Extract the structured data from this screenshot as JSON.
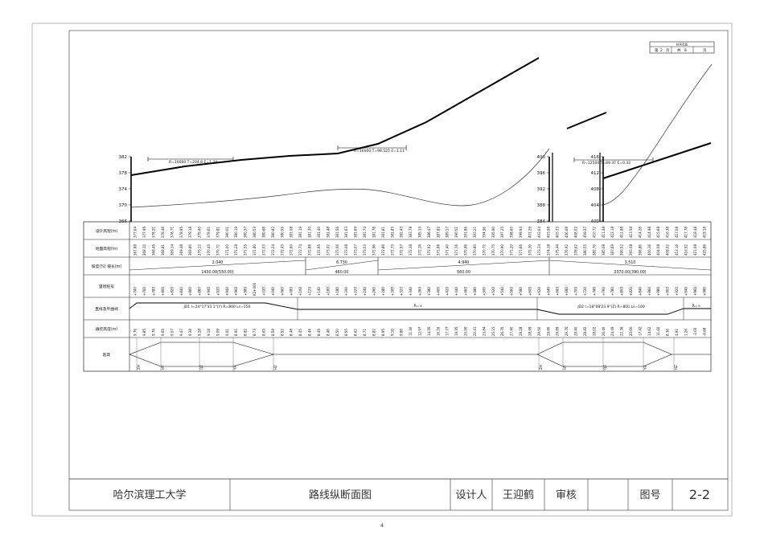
{
  "page_number": "4",
  "sheet_index": {
    "title": "标号页面",
    "page_prefix": "第",
    "page_no": "2",
    "page_unit": "页",
    "total_prefix": "共",
    "total_no": "8",
    "total_unit": "页"
  },
  "title_block": {
    "school": "哈尔滨理工大学",
    "drawing_title": "路线纵断面图",
    "designer_label": "设计人",
    "designer_name": "王迎鹤",
    "reviewer_label": "审核",
    "drawing_no_label": "图号",
    "drawing_no": "2-2"
  },
  "row_labels": [
    "设计高程(m)",
    "地面高程(m)",
    "坡度(%) 坡长(m)",
    "里程桩号",
    "直线及平曲线",
    "填挖高度(m)",
    "超高"
  ],
  "elev_scales": {
    "left": [
      "382",
      "378",
      "374",
      "370",
      "366"
    ],
    "mid": [
      "400",
      "396",
      "392",
      "388",
      "384"
    ],
    "right": [
      "416",
      "412",
      "408",
      "404",
      "400"
    ]
  },
  "vcurves": [
    "R=16000 T=204.8 E=1.34",
    "R=16000 T=98.525 E=1.11",
    "R=12500 T=89.37 E=0.32"
  ],
  "grades": [
    {
      "value": "2.040",
      "length": "1430.00(550.00)"
    },
    {
      "value": "6.730",
      "length": "460.00"
    },
    {
      "value": "4.940",
      "length": "560.00"
    },
    {
      "value": "3.510",
      "length": "2370.00(390.00)"
    }
  ],
  "curves": [
    "JD1 I=24°17'33.1\"(Y) R=800 Ls=150",
    "R=∞",
    "JD2 I=18°08'23.9\"(Z) R=800 Ls=100",
    "R=∞"
  ],
  "stations": [
    "+740",
    "+760",
    "+780",
    "+800",
    "+820",
    "+840",
    "+860",
    "+880",
    "+900",
    "+920",
    "+940",
    "+960",
    "+980",
    "K2+000",
    "+020",
    "+040",
    "+060",
    "+080",
    "+100",
    "+120",
    "+140",
    "+160",
    "+180",
    "+200",
    "+220",
    "+240",
    "+260",
    "+280",
    "+300",
    "+320",
    "+340",
    "+360",
    "+380",
    "+400",
    "+420",
    "+440",
    "+460",
    "+480",
    "+500",
    "+520",
    "+540",
    "+560",
    "+580",
    "+600",
    "+620",
    "+640",
    "+660",
    "+680",
    "+700",
    "+720",
    "+740",
    "+760",
    "+780",
    "+800",
    "+820",
    "+840",
    "+860",
    "+880",
    "+900",
    "+920",
    "+940",
    "+960",
    "+980"
  ],
  "design_elev": [
    "377.64",
    "377.95",
    "378.21",
    "378.46",
    "378.71",
    "378.95",
    "379.18",
    "379.40",
    "379.61",
    "379.81",
    "380.01",
    "380.19",
    "380.37",
    "380.53",
    "380.68",
    "380.82",
    "380.95",
    "381.08",
    "381.19",
    "381.30",
    "381.40",
    "381.48",
    "381.56",
    "381.63",
    "381.69",
    "381.74",
    "381.78",
    "381.81",
    "381.83",
    "382.43",
    "383.78",
    "385.13",
    "386.47",
    "387.82",
    "389.17",
    "390.51",
    "391.86",
    "393.21",
    "394.56",
    "395.90",
    "397.25",
    "398.60",
    "399.94",
    "401.29",
    "402.64",
    "403.98",
    "405.33",
    "406.68",
    "408.02",
    "409.37",
    "410.72",
    "411.48",
    "412.18",
    "412.88",
    "413.58",
    "414.28",
    "414.98",
    "415.68",
    "416.38",
    "417.08",
    "417.78",
    "418.48",
    "419.18"
  ],
  "ground_elev": [
    "367.88",
    "368.10",
    "368.45",
    "368.81",
    "369.14",
    "369.48",
    "369.80",
    "370.12",
    "370.43",
    "370.72",
    "371.00",
    "371.28",
    "371.55",
    "371.80",
    "372.03",
    "372.24",
    "372.43",
    "372.60",
    "372.74",
    "372.86",
    "372.95",
    "373.02",
    "373.06",
    "373.08",
    "373.07",
    "373.03",
    "372.96",
    "372.86",
    "372.73",
    "372.57",
    "372.38",
    "372.16",
    "371.92",
    "371.66",
    "371.40",
    "371.16",
    "370.96",
    "370.80",
    "370.72",
    "370.75",
    "370.90",
    "371.20",
    "371.66",
    "372.30",
    "373.14",
    "374.18",
    "375.44",
    "376.92",
    "378.62",
    "380.55",
    "382.70",
    "385.08",
    "387.69",
    "390.52",
    "393.58",
    "396.86",
    "400.36",
    "404.08",
    "408.02",
    "412.16",
    "416.52",
    "421.08",
    "425.86"
  ],
  "fill_cut": [
    "9.76",
    "9.85",
    "9.76",
    "9.65",
    "9.57",
    "9.47",
    "9.38",
    "9.28",
    "9.18",
    "9.09",
    "9.01",
    "8.91",
    "8.82",
    "8.73",
    "8.65",
    "8.58",
    "8.52",
    "8.48",
    "8.45",
    "8.44",
    "8.45",
    "8.46",
    "8.50",
    "8.55",
    "8.62",
    "8.71",
    "8.82",
    "8.95",
    "9.10",
    "9.86",
    "11.40",
    "12.97",
    "14.55",
    "16.16",
    "17.77",
    "19.35",
    "20.90",
    "22.41",
    "23.84",
    "25.15",
    "26.35",
    "27.40",
    "28.28",
    "28.99",
    "29.50",
    "29.80",
    "29.89",
    "29.76",
    "29.40",
    "28.82",
    "28.02",
    "26.40",
    "24.49",
    "22.36",
    "20.00",
    "17.42",
    "14.62",
    "11.60",
    "8.36",
    "4.92",
    "1.26",
    "-2.60",
    "-6.68"
  ],
  "super_labels": [
    "ZH",
    "HY",
    "QZ",
    "YH",
    "HZ",
    "ZH",
    "HY",
    "QZ",
    "YH",
    "HZ"
  ]
}
